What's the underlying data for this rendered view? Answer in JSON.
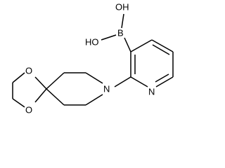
{
  "molecule": {
    "atoms": {
      "oh_top": "OH",
      "oh_left": "HO",
      "boron": "B",
      "pyridine_n": "N",
      "piperidine_n": "N",
      "dioxolane_o_top": "O",
      "dioxolane_o_bottom": "O"
    }
  },
  "colors": {
    "bond": "#000000",
    "label": "#000000",
    "background": "#ffffff"
  }
}
